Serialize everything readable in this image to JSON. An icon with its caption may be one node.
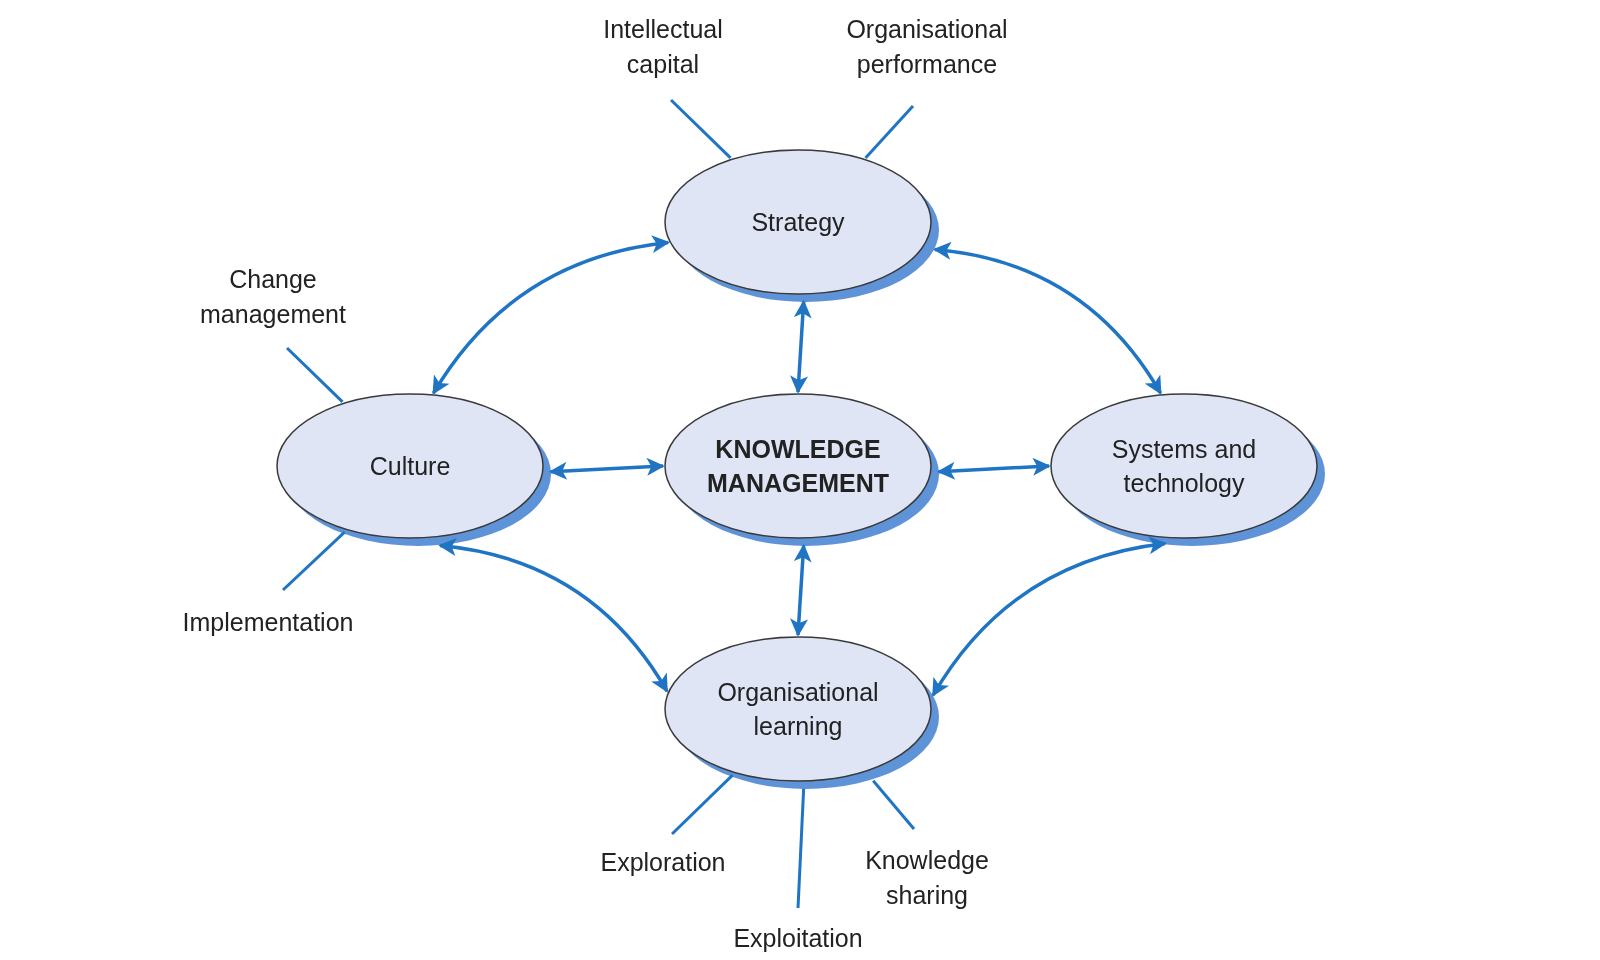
{
  "diagram": {
    "nodes": [
      {
        "text": [
          "Strategy"
        ]
      },
      {
        "text": [
          "Culture"
        ]
      },
      {
        "text": [
          "KNOWLEDGE MANAGEMENT"
        ]
      },
      {
        "text": [
          "Systems and technology"
        ]
      },
      {
        "text": [
          "Organisational learning"
        ]
      },
      {
        "text": [
          "Intellectual capital"
        ]
      },
      {
        "text": [
          "Organisational performance"
        ]
      },
      {
        "text": [
          "Change management"
        ]
      },
      {
        "text": [
          "Implementation"
        ]
      },
      {
        "text": [
          "Exploration"
        ]
      },
      {
        "text": [
          "Exploitation"
        ]
      },
      {
        "text": [
          "Knowledge sharing"
        ]
      }
    ],
    "edges": [
      {
        "from": 0,
        "to": 1,
        "arrow": "both"
      },
      {
        "from": 0,
        "to": 3,
        "arrow": "both"
      },
      {
        "from": 1,
        "to": 4,
        "arrow": "both"
      },
      {
        "from": 3,
        "to": 4,
        "arrow": "both"
      },
      {
        "from": 2,
        "to": 0,
        "arrow": "both"
      },
      {
        "from": 2,
        "to": 1,
        "arrow": "both"
      },
      {
        "from": 2,
        "to": 3,
        "arrow": "both"
      },
      {
        "from": 2,
        "to": 4,
        "arrow": "both"
      },
      {
        "from": 5,
        "to": 0,
        "arrow": "none"
      },
      {
        "from": 6,
        "to": 0,
        "arrow": "none"
      },
      {
        "from": 7,
        "to": 1,
        "arrow": "none"
      },
      {
        "from": 8,
        "to": 1,
        "arrow": "none"
      },
      {
        "from": 9,
        "to": 4,
        "arrow": "none"
      },
      {
        "from": 10,
        "to": 4,
        "arrow": "none"
      },
      {
        "from": 11,
        "to": 4,
        "arrow": "none"
      }
    ]
  }
}
